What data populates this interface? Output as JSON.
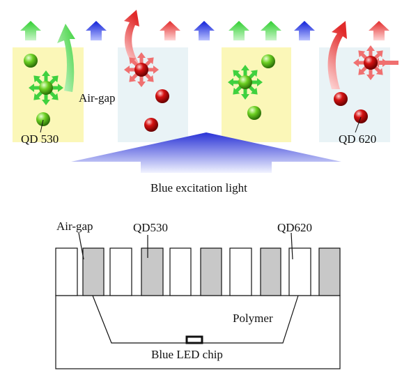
{
  "top_diagram": {
    "labels": {
      "air_gap": "Air-gap",
      "qd530": "QD 530",
      "qd620": "QD 620",
      "blue_light": "Blue excitation light"
    }
  },
  "bottom_diagram": {
    "labels": {
      "air_gap": "Air-gap",
      "qd530": "QD530",
      "qd620": "QD620",
      "polymer": "Polymer",
      "led_chip": "Blue LED chip"
    }
  },
  "colors": {
    "qd530_panel": "#fbf7b8",
    "qd620_panel": "#e9f3f6",
    "green_dot": "#5fbf1a",
    "red_dot": "#cc1010",
    "green_arrow": "#5bd85b",
    "red_arrow": "#f06a6a",
    "blue_arrow": "#2233dd",
    "bottom_gray_pillar": "#c8c8c8"
  }
}
